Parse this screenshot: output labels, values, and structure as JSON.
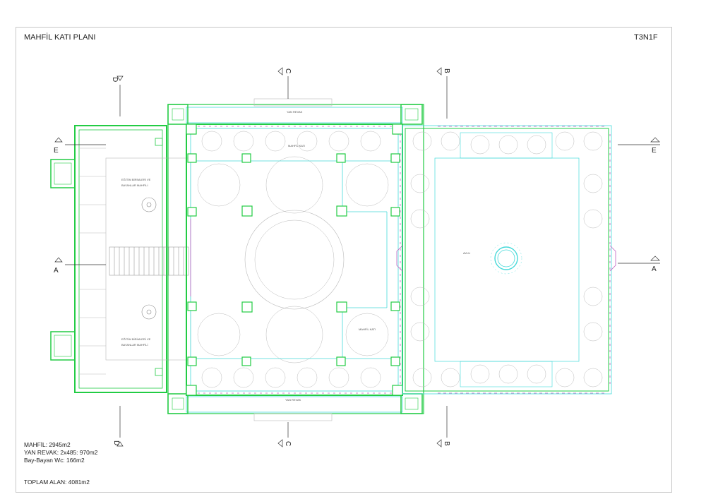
{
  "title": "MAHFİL KATI PLANI",
  "code": "T3N1F",
  "stats": {
    "mahfil": "MAHFİL: 2945m2",
    "yan_revak": "YAN REVAK: 2x485: 970m2",
    "wc": "Bay-Bayan Wc: 166m2",
    "total": "TOPLAM ALAN: 4081m2"
  },
  "sections": {
    "a": "A",
    "b": "B",
    "c": "C",
    "d": "D",
    "e": "E"
  },
  "rooms": {
    "yan_revak_top": "YAN REVAK",
    "yan_revak_bottom": "YAN REVAK",
    "mahfil_top": "MAHFİL KATI",
    "mahfil_right": "MAHFİL KATI",
    "avlu": "AVLU",
    "egitim_1a": "EĞİTİM BİRİMLERİ VE",
    "egitim_1b": "BAYANLAR MAHFİLİ",
    "egitim_2a": "EĞİTİM BİRİMLERİ VE",
    "egitim_2b": "BAYANLAR MAHFİLİ"
  },
  "colors": {
    "wall": "#22cc44",
    "line": "#44d9d9",
    "detail": "#c060c0",
    "grid": "#bbbbbb"
  }
}
